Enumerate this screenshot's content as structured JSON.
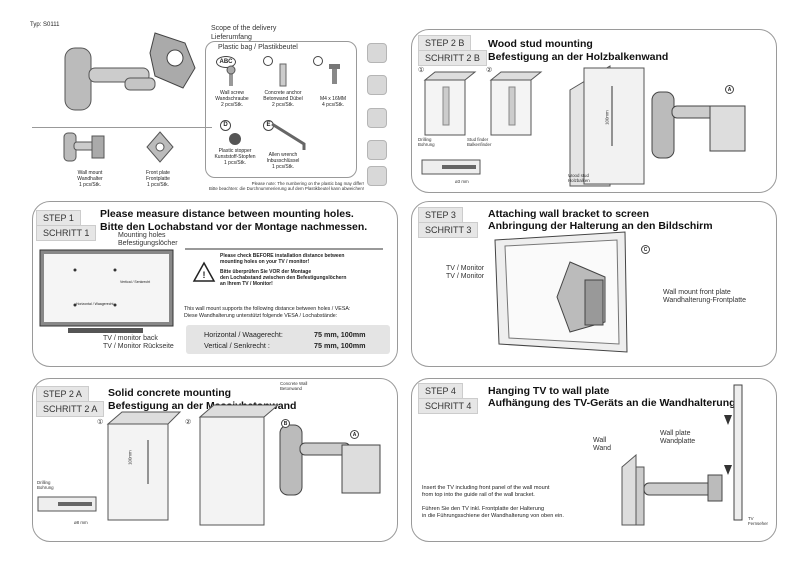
{
  "typ": "Typ: S0111",
  "scope": {
    "title_en": "Scope of the delivery",
    "title_de": "Lieferumfang",
    "bag_title": "Plastic bag / Plastikbeutel",
    "parts": [
      {
        "letter": "ABC",
        "line1": "Wall screw",
        "line2": "Wandschraube",
        "qty": "2 pcs/Stk."
      },
      {
        "letter": "",
        "line1": "Concrete anchor",
        "line2": "Betonwand Dübel",
        "qty": "2 pcs/Stk."
      },
      {
        "letter": "",
        "line1": "M4 x 16MM",
        "line2": "",
        "qty": "4 pcs/Stk."
      },
      {
        "letter": "D",
        "line1": "Plastic stopper",
        "line2": "Kunststoff-Stopfen",
        "qty": "1 pcs/Stk."
      },
      {
        "letter": "E",
        "line1": "Allen wrench",
        "line2": "Inbusschlüssel",
        "qty": "1 pcs/Stk."
      }
    ],
    "note1": "Please note: The numbering on the plastic bag may differ!",
    "note2": "Bitte beachten: die Durchnummerierung auf dem Plastikbeutel kann abweichen!"
  },
  "topleft": {
    "wallmount_1": "Wall mount",
    "wallmount_2": "Wandhalter",
    "wallmount_3": "1 pcs/Stk.",
    "front_1": "Front plate",
    "front_2": "Frontplatte",
    "front_3": "1 pcs/Stk."
  },
  "step1": {
    "label_en": "STEP   1",
    "label_de": "SCHRITT 1",
    "title_en": "Please measure distance between mounting holes.",
    "title_de": "Bitte den Lochabstand vor der Montage nachmessen.",
    "holes_en": "Mounting holes",
    "holes_de": "Befestigungslöcher",
    "tvback_en": "TV / monitor back",
    "tvback_de": "TV / Monitor Rückseite",
    "warn1": "Please check BEFORE installation distance between",
    "warn2": "mounting holes on your TV / monitor!",
    "warn3": "Bitte überprüfen Sie VOR der Montage",
    "warn4": "den Lochabstand zwischen den Befestigungslöchern",
    "warn5": "an Ihrem TV / Monitor!",
    "vesa1": "This wall mount supports the following distance between holes / VESA:",
    "vesa2": "Diese Wandhalterung unterstützt folgende VESA / Lochabstände:",
    "h_label": "Horizontal / Waagerecht:",
    "h_val": "75 mm, 100mm",
    "v_label": "Vertical / Senkrecht :",
    "v_val": "75 mm, 100mm",
    "inner_h": "Horizontal / Waagerecht",
    "inner_v": "Vertical / Senkrecht"
  },
  "step2a": {
    "label_en": "STEP   2 A",
    "label_de": "SCHRITT 2 A",
    "title_en": "Solid concrete mounting",
    "title_de": "Befestigung an der Massivbetonwand",
    "wall_en": "Concrete Wall",
    "wall_de": "Betonwand",
    "n1": "①",
    "n2": "②",
    "dim": "100mm",
    "drill_en": "Drilling",
    "drill_de": "Bohrung",
    "drill_size": "ø8  mm",
    "a": "A",
    "b": "B"
  },
  "step2b": {
    "label_en": "STEP  2 B",
    "label_de": "SCHRITT 2 B",
    "title_en": "Wood stud mounting",
    "title_de": "Befestigung an der Holzbalkenwand",
    "n1": "①",
    "n2": "②",
    "finder_en": "Stud finder",
    "finder_de": "Balkenfinder",
    "drill_en": "Drilling",
    "drill_de": "Bohrung",
    "drill_size": "ø3  mm",
    "stud_en": "Wood stud",
    "stud_de": "Holzbalken",
    "dim": "100mm",
    "a": "A"
  },
  "step3": {
    "label_en": "STEP  3",
    "label_de": "SCHRITT 3",
    "title_en": "Attaching wall bracket to screen",
    "title_de": "Anbringung der Halterung an den Bildschirm",
    "tv1": "TV / Monitor",
    "tv2": "TV / Monitor",
    "fp_en": "Wall mount front plate",
    "fp_de": "Wandhalterung-Frontplatte",
    "c": "C"
  },
  "step4": {
    "label_en": "STEP  4",
    "label_de": "SCHRITT 4",
    "title_en": "Hanging TV to wall plate",
    "title_de": "Aufhängung des TV-Geräts an die Wandhalterung",
    "wall_en": "Wall",
    "wall_de": "Wand",
    "plate_en": "Wall plate",
    "plate_de": "Wandplatte",
    "p1": "Insert the TV including front panel of the wall mount",
    "p2": "from top into the guide rail of the wall bracket.",
    "p3": "Führen Sie den TV inkl. Frontplatte der Halterung",
    "p4": "in die Führungsschiene der Wandhalterung von oben ein.",
    "tv_en": "TV",
    "tv_de": "Fernseher"
  }
}
